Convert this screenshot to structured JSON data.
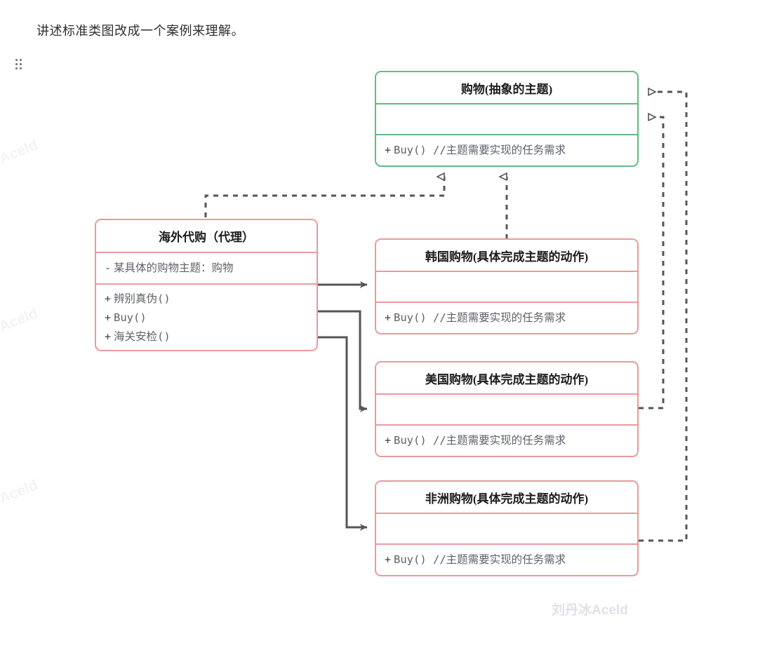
{
  "page": {
    "intro_text": "讲述标准类图改成一个案例来理解。",
    "cut_text": "",
    "author_watermark": "刘丹冰Aceld",
    "background_watermark": "Aceld",
    "colors": {
      "abstract_border": "#62bb83",
      "concrete_border": "#eb9a9d",
      "edge": "#555555",
      "text": "#5d6269",
      "title": "#1c1c1c",
      "watermark": "#dfe2e8"
    }
  },
  "diagram": {
    "type": "uml-class-diagram",
    "classes": [
      {
        "id": "shopping-abstract",
        "title": "购物(抽象的主题)",
        "stereotype": "abstract",
        "attributes": [],
        "methods": [
          {
            "visibility": "+",
            "signature": "Buy()  //主题需要实现的任务需求"
          }
        ]
      },
      {
        "id": "overseas-proxy",
        "title": "海外代购（代理）",
        "stereotype": "concrete",
        "attributes": [
          {
            "visibility": "-",
            "signature": "某具体的购物主题：购物"
          }
        ],
        "methods": [
          {
            "visibility": "+",
            "signature": "辨别真伪()"
          },
          {
            "visibility": "+",
            "signature": "Buy()"
          },
          {
            "visibility": "+",
            "signature": "海关安检()"
          }
        ]
      },
      {
        "id": "korea-shopping",
        "title": "韩国购物(具体完成主题的动作)",
        "stereotype": "concrete",
        "attributes": [],
        "methods": [
          {
            "visibility": "+",
            "signature": "Buy()  //主题需要实现的任务需求"
          }
        ]
      },
      {
        "id": "usa-shopping",
        "title": "美国购物(具体完成主题的动作)",
        "stereotype": "concrete",
        "attributes": [],
        "methods": [
          {
            "visibility": "+",
            "signature": "Buy()  //主题需要实现的任务需求"
          }
        ]
      },
      {
        "id": "africa-shopping",
        "title": "非洲购物(具体完成主题的动作)",
        "stereotype": "concrete",
        "attributes": [],
        "methods": [
          {
            "visibility": "+",
            "signature": "Buy()  //主题需要实现的任务需求"
          }
        ]
      }
    ],
    "relations": [
      {
        "id": "rel-proxy-realizes-shopping",
        "from": "overseas-proxy",
        "to": "shopping-abstract",
        "kind": "realization",
        "style": "dashed",
        "arrow": "hollow-triangle"
      },
      {
        "id": "rel-korea-realizes-shopping",
        "from": "korea-shopping",
        "to": "shopping-abstract",
        "kind": "realization",
        "style": "dashed",
        "arrow": "hollow-triangle"
      },
      {
        "id": "rel-usa-realizes-shopping",
        "from": "usa-shopping",
        "to": "shopping-abstract",
        "kind": "realization",
        "style": "dashed",
        "arrow": "hollow-triangle"
      },
      {
        "id": "rel-africa-realizes-shopping",
        "from": "africa-shopping",
        "to": "shopping-abstract",
        "kind": "realization",
        "style": "dashed",
        "arrow": "hollow-triangle"
      },
      {
        "id": "rel-proxy-uses-korea",
        "from": "overseas-proxy",
        "to": "korea-shopping",
        "kind": "association",
        "style": "solid",
        "arrow": "open-arrow"
      },
      {
        "id": "rel-proxy-uses-usa",
        "from": "overseas-proxy",
        "to": "usa-shopping",
        "kind": "association",
        "style": "solid",
        "arrow": "open-arrow"
      },
      {
        "id": "rel-proxy-uses-africa",
        "from": "overseas-proxy",
        "to": "africa-shopping",
        "kind": "association",
        "style": "solid",
        "arrow": "open-arrow"
      }
    ]
  }
}
